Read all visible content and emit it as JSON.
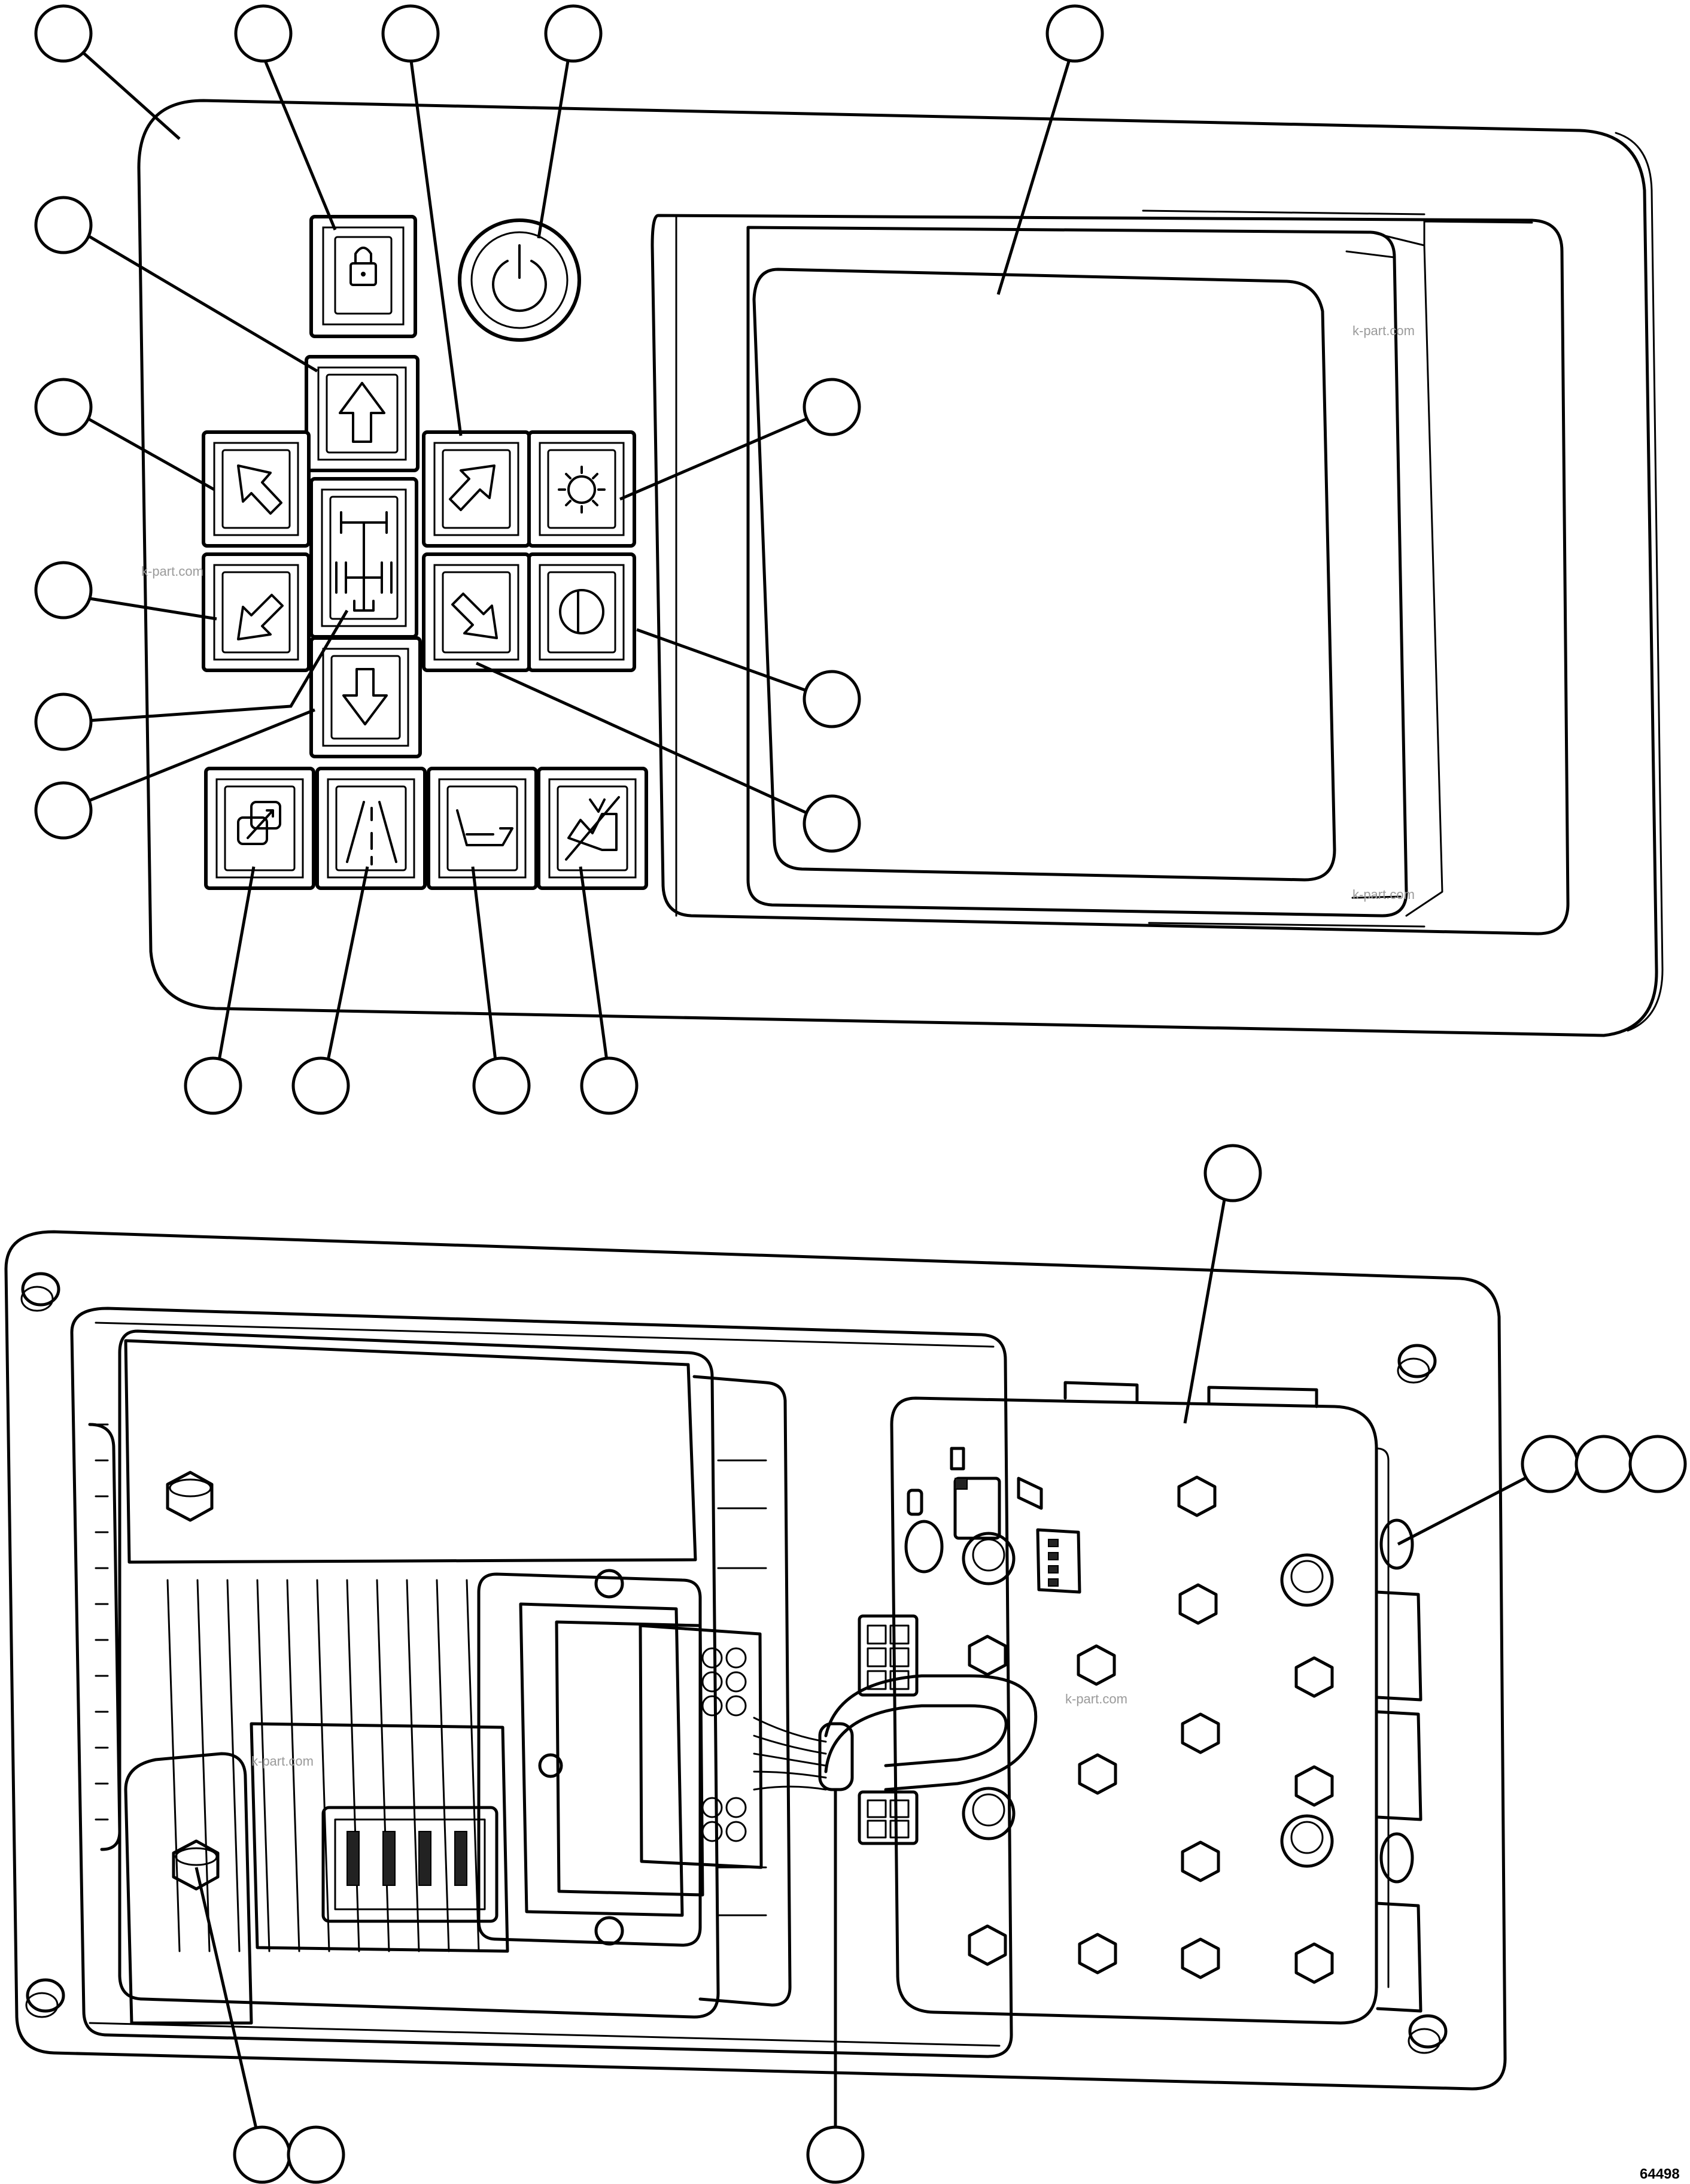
{
  "figure": {
    "figure_number": "64498",
    "watermark": "k-part.com"
  },
  "top_view": {
    "name": "display-and-keypad-front",
    "keys": [
      {
        "id": "lock",
        "icon": "lock-icon"
      },
      {
        "id": "power",
        "icon": "power-icon"
      },
      {
        "id": "arrow-up",
        "icon": "arrow-up-icon"
      },
      {
        "id": "arrow-up-left",
        "icon": "arrow-up-left-icon"
      },
      {
        "id": "arrow-up-right",
        "icon": "arrow-up-right-icon"
      },
      {
        "id": "brightness",
        "icon": "sun-icon"
      },
      {
        "id": "arrow-down-left",
        "icon": "arrow-down-left-icon"
      },
      {
        "id": "drive-mode",
        "icon": "axle-icon"
      },
      {
        "id": "arrow-down-right",
        "icon": "arrow-down-right-icon"
      },
      {
        "id": "contrast",
        "icon": "contrast-icon"
      },
      {
        "id": "arrow-down",
        "icon": "arrow-down-icon"
      },
      {
        "id": "camera-switch",
        "icon": "camera-switch-icon"
      },
      {
        "id": "road-mode",
        "icon": "road-icon"
      },
      {
        "id": "bucket",
        "icon": "bucket-icon"
      },
      {
        "id": "mute-alarm",
        "icon": "alarm-off-icon"
      }
    ]
  },
  "bottom_view": {
    "name": "display-and-keypad-rear"
  }
}
